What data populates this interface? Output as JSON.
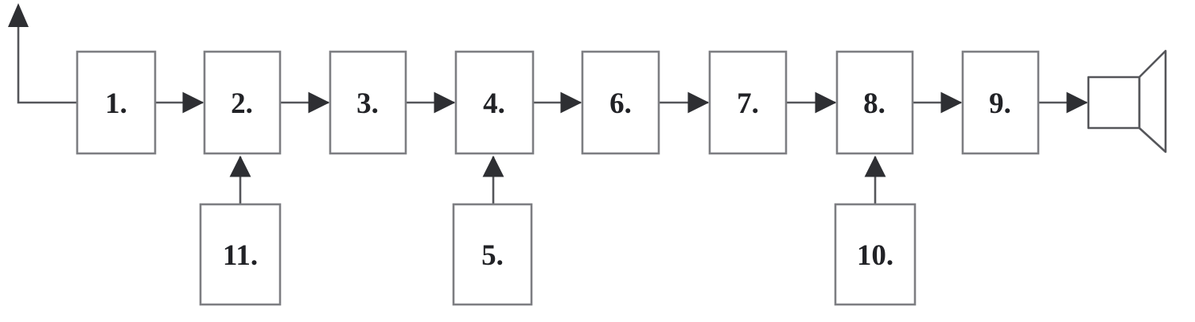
{
  "diagram": {
    "type": "block-diagram",
    "boxes": [
      {
        "id": "1",
        "label": "1.",
        "row": "main"
      },
      {
        "id": "2",
        "label": "2.",
        "row": "main"
      },
      {
        "id": "3",
        "label": "3.",
        "row": "main"
      },
      {
        "id": "4",
        "label": "4.",
        "row": "main"
      },
      {
        "id": "6",
        "label": "6.",
        "row": "main"
      },
      {
        "id": "7",
        "label": "7.",
        "row": "main"
      },
      {
        "id": "8",
        "label": "8.",
        "row": "main"
      },
      {
        "id": "9",
        "label": "9.",
        "row": "main"
      },
      {
        "id": "11",
        "label": "11.",
        "row": "feed"
      },
      {
        "id": "5",
        "label": "5.",
        "row": "feed"
      },
      {
        "id": "10",
        "label": "10.",
        "row": "feed"
      }
    ],
    "icons": [
      {
        "name": "antenna-icon"
      },
      {
        "name": "loudspeaker-icon"
      }
    ],
    "edges": [
      "antenna -> 1",
      "1 -> 2",
      "2 -> 3",
      "3 -> 4",
      "4 -> 6",
      "6 -> 7",
      "7 -> 8",
      "8 -> 9",
      "9 -> loudspeaker",
      "11 -> 2",
      "5 -> 4",
      "10 -> 8"
    ],
    "colors": {
      "background": "#ffffff",
      "box_border": "#7d7e82",
      "connector": "#55565a",
      "arrowhead": "#2e2f33",
      "label_text": "#212226"
    }
  }
}
